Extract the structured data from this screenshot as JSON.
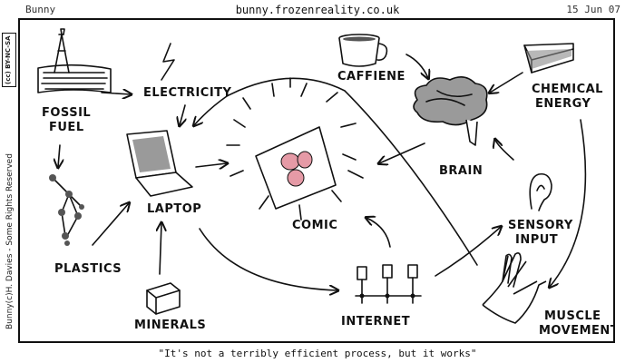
{
  "header": {
    "title": "Bunny",
    "url": "bunny.frozenreality.co.uk",
    "date": "15 Jun 07"
  },
  "side": {
    "credit": "Bunny(c)H. Davies - Some Rights Reserved",
    "license_badge": "(cc) BY-NC-SA"
  },
  "labels": {
    "fossil_fuel": [
      "FOSSIL",
      "FUEL"
    ],
    "electricity": "ELECTRICITY",
    "caffeine": "CAFFIENE",
    "chemical_energy": [
      "CHEMICAL",
      "ENERGY"
    ],
    "laptop": "LAPTOP",
    "comic": "COMIC",
    "brain": "BRAIN",
    "sensory_input": [
      "SENSORY",
      "INPUT"
    ],
    "plastics": "PLASTICS",
    "minerals": "MINERALS",
    "internet": "INTERNET",
    "muscle_movement": [
      "MUSCLE",
      "MOVEMENT"
    ]
  },
  "caption": "\"It's not a terribly efficient process, but it works\""
}
